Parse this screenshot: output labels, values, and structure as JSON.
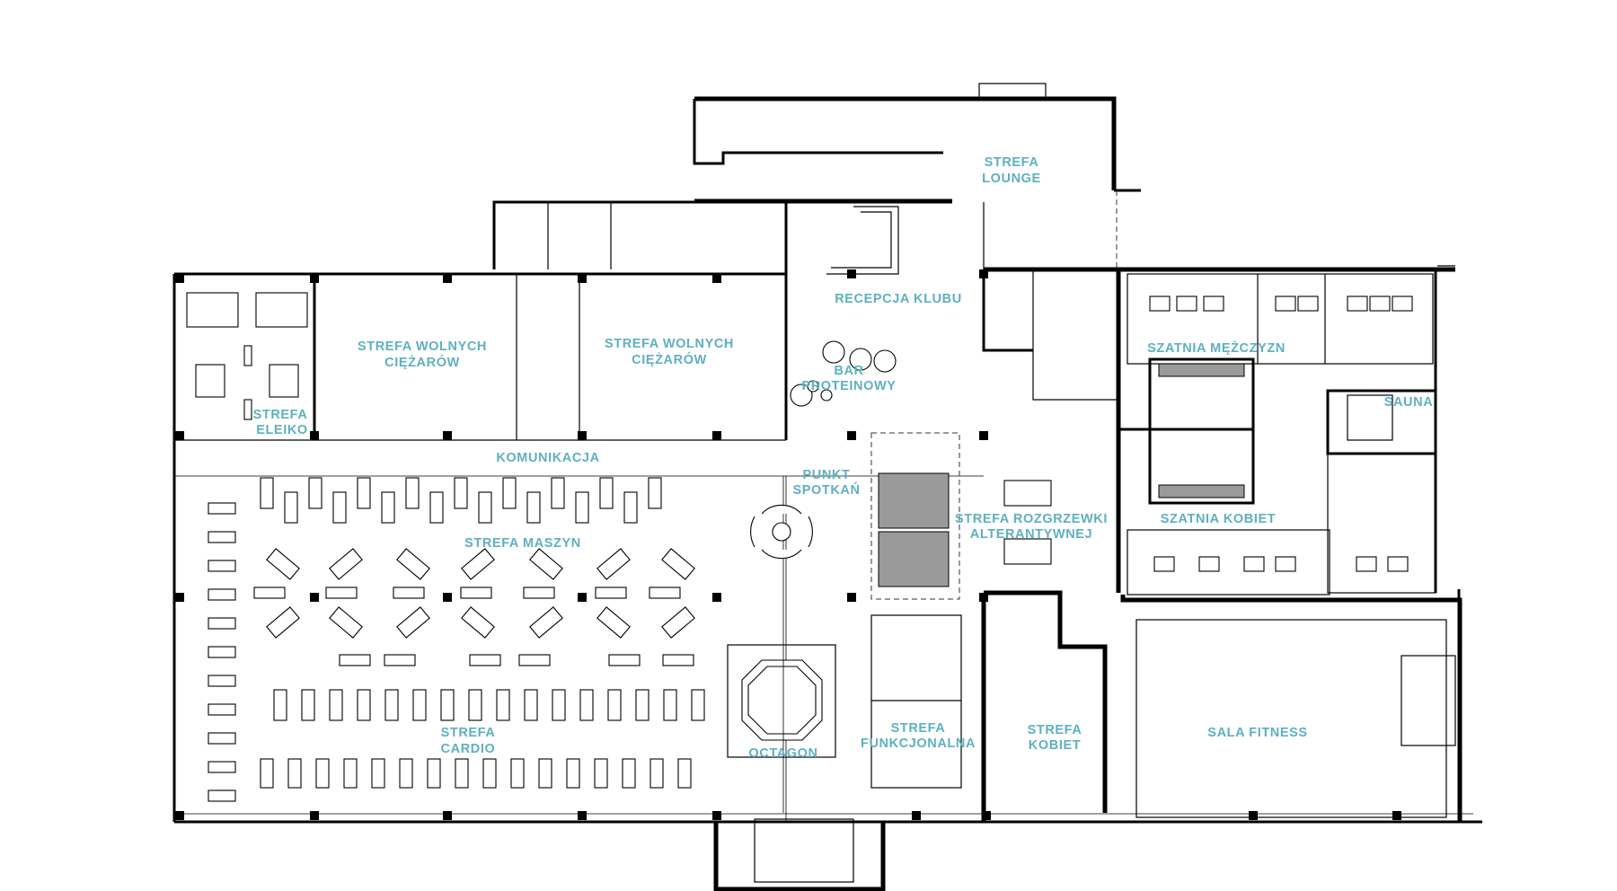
{
  "plan": {
    "title": "",
    "label_color": "#5fb0c0",
    "zones": {
      "lounge": [
        "STREFA",
        "LOUNGE"
      ],
      "free_weights_1": [
        "STREFA WOLNYCH",
        "CIĘŻARÓW"
      ],
      "free_weights_2": [
        "STREFA WOLNYCH",
        "CIĘŻARÓW"
      ],
      "reception": [
        "RECEPCJA KLUBU"
      ],
      "protein_bar": [
        "BAR",
        "PROTEINOWY"
      ],
      "eleiko": [
        "STREFA",
        "ELEIKO"
      ],
      "corridor": [
        "KOMUNIKACJA"
      ],
      "meeting_point": [
        "PUNKT",
        "SPOTKAŃ"
      ],
      "machines": [
        "STREFA MASZYN"
      ],
      "alt_warmup": [
        "STREFA ROZGRZEWKI",
        "ALTERANTYWNEJ"
      ],
      "cardio": [
        "STREFA",
        "CARDIO"
      ],
      "octagon": [
        "OCTAGON"
      ],
      "functional": [
        "STREFA",
        "FUNKCJONALNA"
      ],
      "women": [
        "STREFA",
        "KOBIET"
      ],
      "fitness_room": [
        "SALA FITNESS"
      ],
      "men_locker": [
        "SZATNIA MĘŻCZYZN"
      ],
      "women_locker": [
        "SZATNIA KOBIET"
      ],
      "sauna": [
        "SAUNA"
      ]
    }
  }
}
